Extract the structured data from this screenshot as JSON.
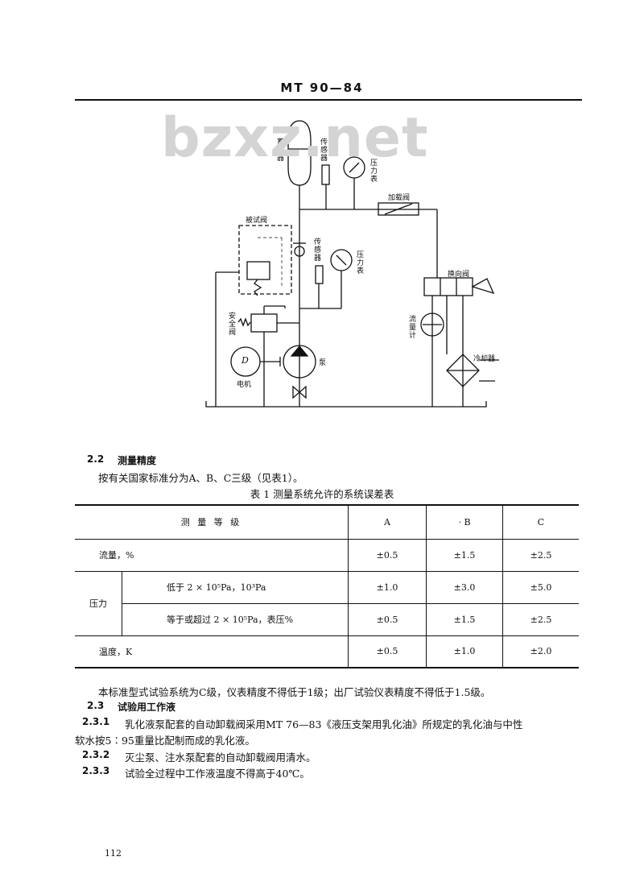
{
  "header": {
    "code": "MT 90—84"
  },
  "watermark": "bzxz.net",
  "diagram": {
    "labels": {
      "accumulator": "蓄能器",
      "sensor_top": "传感器",
      "gauge_top": "压力表",
      "loading_valve": "加载阀",
      "tested_valve": "被试阀",
      "sensor_mid": "传感器",
      "gauge_mid": "压力表",
      "reversing_valve": "换向阀",
      "safety_valve": "安全阀",
      "flowmeter": "流量计",
      "motor_symbol": "D",
      "motor": "电机",
      "pump": "泵",
      "cooler": "冷却器"
    }
  },
  "section_2_2": {
    "number": "2.2",
    "title": "测量精度",
    "text": "按有关国家标准分为A、B、C三级（见表1）。"
  },
  "table": {
    "caption": "表 1   测量系统允许的系统误差表",
    "header": {
      "level": "测 量 等 级",
      "a": "A",
      "b": "· B",
      "c": "C"
    },
    "rows": {
      "flow": {
        "label": "流量，%",
        "a": "±0.5",
        "b": "±1.5",
        "c": "±2.5"
      },
      "pressure_label": "压力",
      "pressure_low": {
        "label": "低于 2 × 10⁵Pa，10³Pa",
        "a": "±1.0",
        "b": "±3.0",
        "c": "±5.0"
      },
      "pressure_high": {
        "label": "等于或超过 2 × 10⁵Pa，表压%",
        "a": "±0.5",
        "b": "±1.5",
        "c": "±2.5"
      },
      "temp": {
        "label": "温度，K",
        "a": "±0.5",
        "b": "±1.0",
        "c": "±2.0"
      }
    }
  },
  "after_table_text": "本标准型式试验系统为C级，仪表精度不得低于1级；出厂试验仪表精度不得低于1.5级。",
  "section_2_3": {
    "number": "2.3",
    "title": "试验用工作液"
  },
  "section_2_3_1": {
    "number": "2.3.1",
    "line1": "乳化液泵配套的自动卸载阀采用MT 76—83《液压支架用乳化油》所规定的乳化油与中性",
    "line2": "软水按5∶95重量比配制而成的乳化液。"
  },
  "section_2_3_2": {
    "number": "2.3.2",
    "text": "灭尘泵、注水泵配套的自动卸载阀用清水。"
  },
  "section_2_3_3": {
    "number": "2.3.3",
    "text": "试验全过程中工作液温度不得高于40℃。"
  },
  "page_number": "112"
}
